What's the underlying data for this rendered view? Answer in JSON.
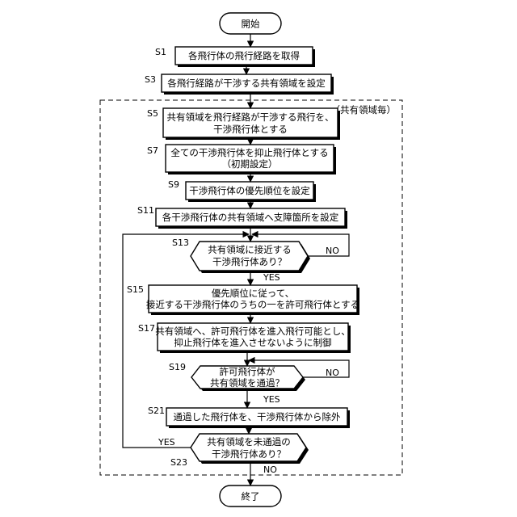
{
  "start": "開始",
  "end": "終了",
  "region_label": "（共有領域毎）",
  "steps": {
    "s1": {
      "label": "S1",
      "lines": [
        "各飛行体の飛行経路を取得"
      ]
    },
    "s3": {
      "label": "S3",
      "lines": [
        "各飛行経路が干渉する共有領域を設定"
      ]
    },
    "s5": {
      "label": "S5",
      "lines": [
        "共有領域を飛行経路が干渉する飛行を、",
        "干渉飛行体とする"
      ]
    },
    "s7": {
      "label": "S7",
      "lines": [
        "全ての干渉飛行体を抑止飛行体とする",
        "（初期設定）"
      ]
    },
    "s9": {
      "label": "S9",
      "lines": [
        "干渉飛行体の優先順位を設定"
      ]
    },
    "s11": {
      "label": "S11",
      "lines": [
        "各干渉飛行体の共有領域へ支障箇所を設定"
      ]
    },
    "s13": {
      "label": "S13",
      "lines": [
        "共有領域に接近する",
        "干渉飛行体あり？"
      ]
    },
    "s15": {
      "label": "S15",
      "lines": [
        "優先順位に従って、",
        "接近する干渉飛行体のうちの一を許可飛行体とする"
      ]
    },
    "s17": {
      "label": "S17",
      "lines": [
        "共有領域へ、許可飛行体を進入飛行可能とし、",
        "抑止飛行体を進入させないように制御"
      ]
    },
    "s19": {
      "label": "S19",
      "lines": [
        "許可飛行体が",
        "共有領域を通過？"
      ]
    },
    "s21": {
      "label": "S21",
      "lines": [
        "通過した飛行体を、干渉飛行体から除外"
      ]
    },
    "s23": {
      "label": "S23",
      "lines": [
        "共有領域を未通過の",
        "干渉飛行体あり？"
      ]
    }
  },
  "branches": {
    "s13_no": "NO",
    "s13_yes": "YES",
    "s19_no": "NO",
    "s19_yes": "YES",
    "s23_yes": "YES",
    "s23_no": "NO"
  }
}
